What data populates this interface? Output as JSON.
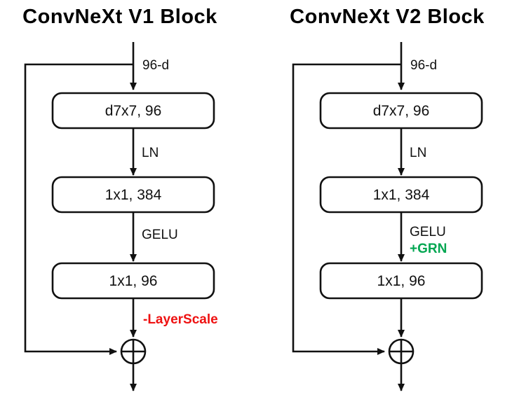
{
  "v1": {
    "title": "ConvNeXt V1 Block",
    "input_label": "96-d",
    "dwconv_label": "d7x7, 96",
    "norm_label": "LN",
    "pwconv1_label": "1x1, 384",
    "act_label": "GELU",
    "pwconv2_label": "1x1, 96",
    "removed_label": "-LayerScale",
    "removed_color": "#ee1111"
  },
  "v2": {
    "title": "ConvNeXt V2 Block",
    "input_label": "96-d",
    "dwconv_label": "d7x7, 96",
    "norm_label": "LN",
    "pwconv1_label": "1x1, 384",
    "act_label": "GELU",
    "added_label": "+GRN",
    "added_color": "#00a651",
    "pwconv2_label": "1x1, 96"
  }
}
